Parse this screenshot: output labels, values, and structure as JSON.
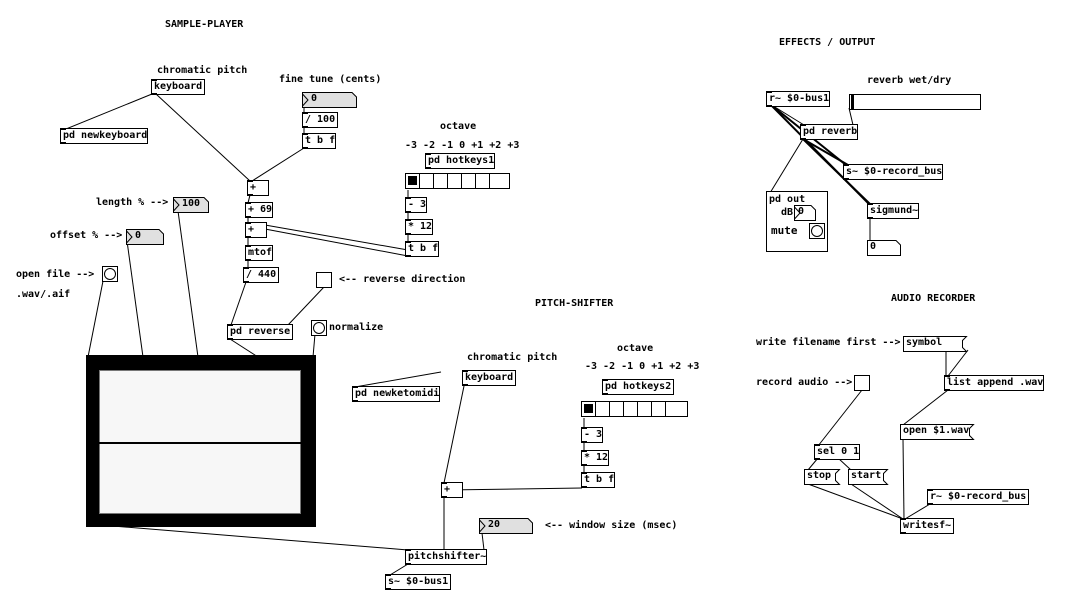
{
  "window": {
    "title": "sample-player / pitch-shifter patch"
  },
  "sections": {
    "sample_player": "SAMPLE-PLAYER",
    "effects_output": "EFFECTS / OUTPUT",
    "pitch_shifter": "PITCH-SHIFTER",
    "audio_recorder": "AUDIO RECORDER"
  },
  "comments": {
    "chromatic_pitch_1": "chromatic pitch",
    "fine_tune": "fine tune (cents)",
    "octave_1": "octave",
    "octave_values_1": "-3 -2 -1 0 +1 +2 +3",
    "length": "length % -->",
    "offset": "offset % -->",
    "open_file": "open file -->",
    "file_types": ".wav/.aif",
    "reverse_direction": "<-- reverse direction",
    "normalize": "normalize",
    "chromatic_pitch_2": "chromatic pitch",
    "octave_2": "octave",
    "octave_values_2": "-3 -2 -1 0 +1 +2 +3",
    "window_size": "<-- window size (msec)",
    "reverb_wet_dry": "reverb wet/dry",
    "pd_out_title": "pd out",
    "db_label": "dB",
    "mute_label": "mute",
    "write_filename_first": "write filename first -->",
    "record_audio": "record audio -->"
  },
  "objects": {
    "keyboard_1": "keyboard",
    "pd_newkeyboard": "pd newkeyboard",
    "div_100": "/ 100",
    "tbf_1": "t b f",
    "plus_1": "+",
    "plus_69": "+ 69",
    "plus_2": "+",
    "mtof": "mtof",
    "div_440": "/ 440",
    "pd_hotkeys1": "pd hotkeys1",
    "minus_3_1": "- 3",
    "times_12_1": "* 12",
    "tbf_2": "t b f",
    "pd_reverse": "pd reverse",
    "r_bus1": "r~ $0-bus1",
    "pd_reverb": "pd reverb",
    "s_record_bus": "s~ $0-record_bus",
    "sigmund": "sigmund~",
    "pd_newketomidi": "pd newketomidi",
    "keyboard_2": "keyboard",
    "pd_hotkeys2": "pd hotkeys2",
    "minus_3_2": "- 3",
    "times_12_2": "* 12",
    "tbf_3": "t b f",
    "plus_3": "+",
    "pitchshifter": "pitchshifter~",
    "s_bus1": "s~ $0-bus1",
    "list_append": "list append .wav",
    "sel_0_1": "sel 0 1",
    "r_record_bus": "r~ $0-record_bus",
    "writesf": "writesf~"
  },
  "messages": {
    "symbol": "symbol",
    "open_wav": "open $1.wav",
    "stop": "stop",
    "start": "start"
  },
  "numbers": {
    "fine_tune": "0",
    "length": "100",
    "offset": "0",
    "window_size": "20",
    "pd_out_db": "0",
    "sigmund_out": "0"
  },
  "radios": {
    "octave_1_selected": 0,
    "octave_2_selected": 0,
    "cells": 7
  },
  "slider": {
    "reverb_wet_dry": 0
  }
}
